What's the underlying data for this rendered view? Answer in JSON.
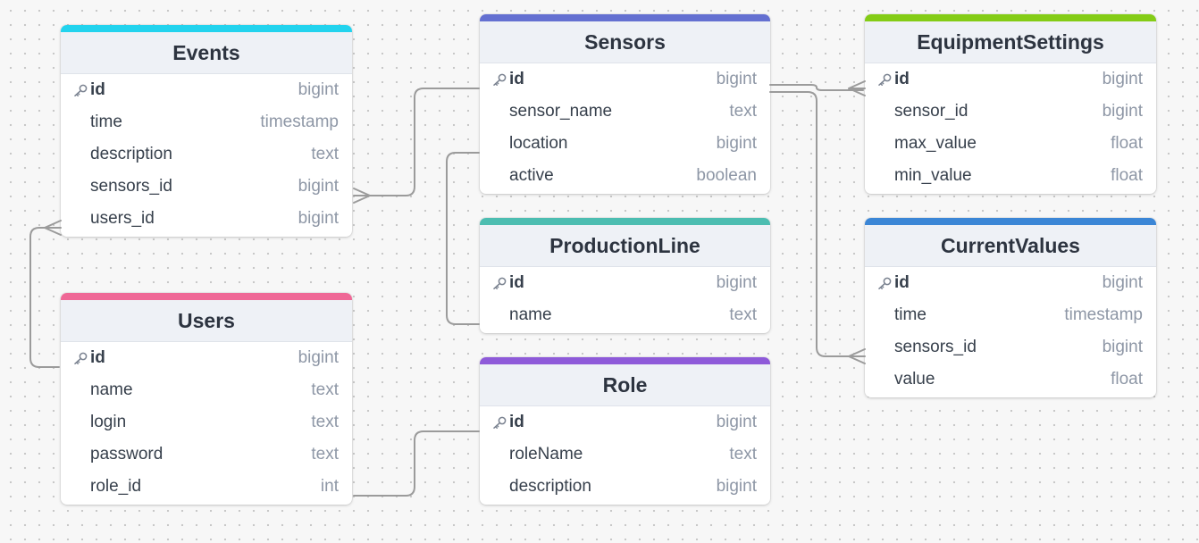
{
  "diagram": {
    "tables": [
      {
        "id": "events",
        "name": "Events",
        "accent": "#22d3ee",
        "fields": [
          {
            "name": "id",
            "type": "bigint",
            "pk": true
          },
          {
            "name": "time",
            "type": "timestamp",
            "pk": false
          },
          {
            "name": "description",
            "type": "text",
            "pk": false
          },
          {
            "name": "sensors_id",
            "type": "bigint",
            "pk": false
          },
          {
            "name": "users_id",
            "type": "bigint",
            "pk": false
          }
        ]
      },
      {
        "id": "users",
        "name": "Users",
        "accent": "#ef6896",
        "fields": [
          {
            "name": "id",
            "type": "bigint",
            "pk": true
          },
          {
            "name": "name",
            "type": "text",
            "pk": false
          },
          {
            "name": "login",
            "type": "text",
            "pk": false
          },
          {
            "name": "password",
            "type": "text",
            "pk": false
          },
          {
            "name": "role_id",
            "type": "int",
            "pk": false
          }
        ]
      },
      {
        "id": "sensors",
        "name": "Sensors",
        "accent": "#6470d1",
        "fields": [
          {
            "name": "id",
            "type": "bigint",
            "pk": true
          },
          {
            "name": "sensor_name",
            "type": "text",
            "pk": false
          },
          {
            "name": "location",
            "type": "bigint",
            "pk": false
          },
          {
            "name": "active",
            "type": "boolean",
            "pk": false
          }
        ]
      },
      {
        "id": "productionline",
        "name": "ProductionLine",
        "accent": "#4cbdb1",
        "fields": [
          {
            "name": "id",
            "type": "bigint",
            "pk": true
          },
          {
            "name": "name",
            "type": "text",
            "pk": false
          }
        ]
      },
      {
        "id": "role",
        "name": "Role",
        "accent": "#8e5ad9",
        "fields": [
          {
            "name": "id",
            "type": "bigint",
            "pk": true
          },
          {
            "name": "roleName",
            "type": "text",
            "pk": false
          },
          {
            "name": "description",
            "type": "bigint",
            "pk": false
          }
        ]
      },
      {
        "id": "equipmentsettings",
        "name": "EquipmentSettings",
        "accent": "#84cc16",
        "fields": [
          {
            "name": "id",
            "type": "bigint",
            "pk": true
          },
          {
            "name": "sensor_id",
            "type": "bigint",
            "pk": false
          },
          {
            "name": "max_value",
            "type": "float",
            "pk": false
          },
          {
            "name": "min_value",
            "type": "float",
            "pk": false
          }
        ]
      },
      {
        "id": "currentvalues",
        "name": "CurrentValues",
        "accent": "#3b86d6",
        "fields": [
          {
            "name": "id",
            "type": "bigint",
            "pk": true
          },
          {
            "name": "time",
            "type": "timestamp",
            "pk": false
          },
          {
            "name": "sensors_id",
            "type": "bigint",
            "pk": false
          },
          {
            "name": "value",
            "type": "float",
            "pk": false
          }
        ]
      }
    ],
    "relationships": [
      {
        "name": "sensors-to-events",
        "from": "sensors.id",
        "to": "events.sensors_id",
        "cardinality": "one-to-many"
      },
      {
        "name": "users-to-events",
        "from": "users.id",
        "to": "events.users_id",
        "cardinality": "one-to-many"
      },
      {
        "name": "productionline-to-sensors",
        "from": "productionline.name",
        "to": "sensors.location",
        "cardinality": "one-to-one"
      },
      {
        "name": "role-to-users",
        "from": "role.id",
        "to": "users.role_id",
        "cardinality": "one-to-one"
      },
      {
        "name": "sensors-to-equipmentsettings",
        "from": "sensors.id",
        "to": "equipmentsettings.id",
        "cardinality": "one-to-many"
      },
      {
        "name": "sensors-to-currentvalues",
        "from": "sensors.id",
        "to": "currentvalues.sensors_id",
        "cardinality": "one-to-many"
      }
    ],
    "line_color": "#9b9b9b"
  }
}
